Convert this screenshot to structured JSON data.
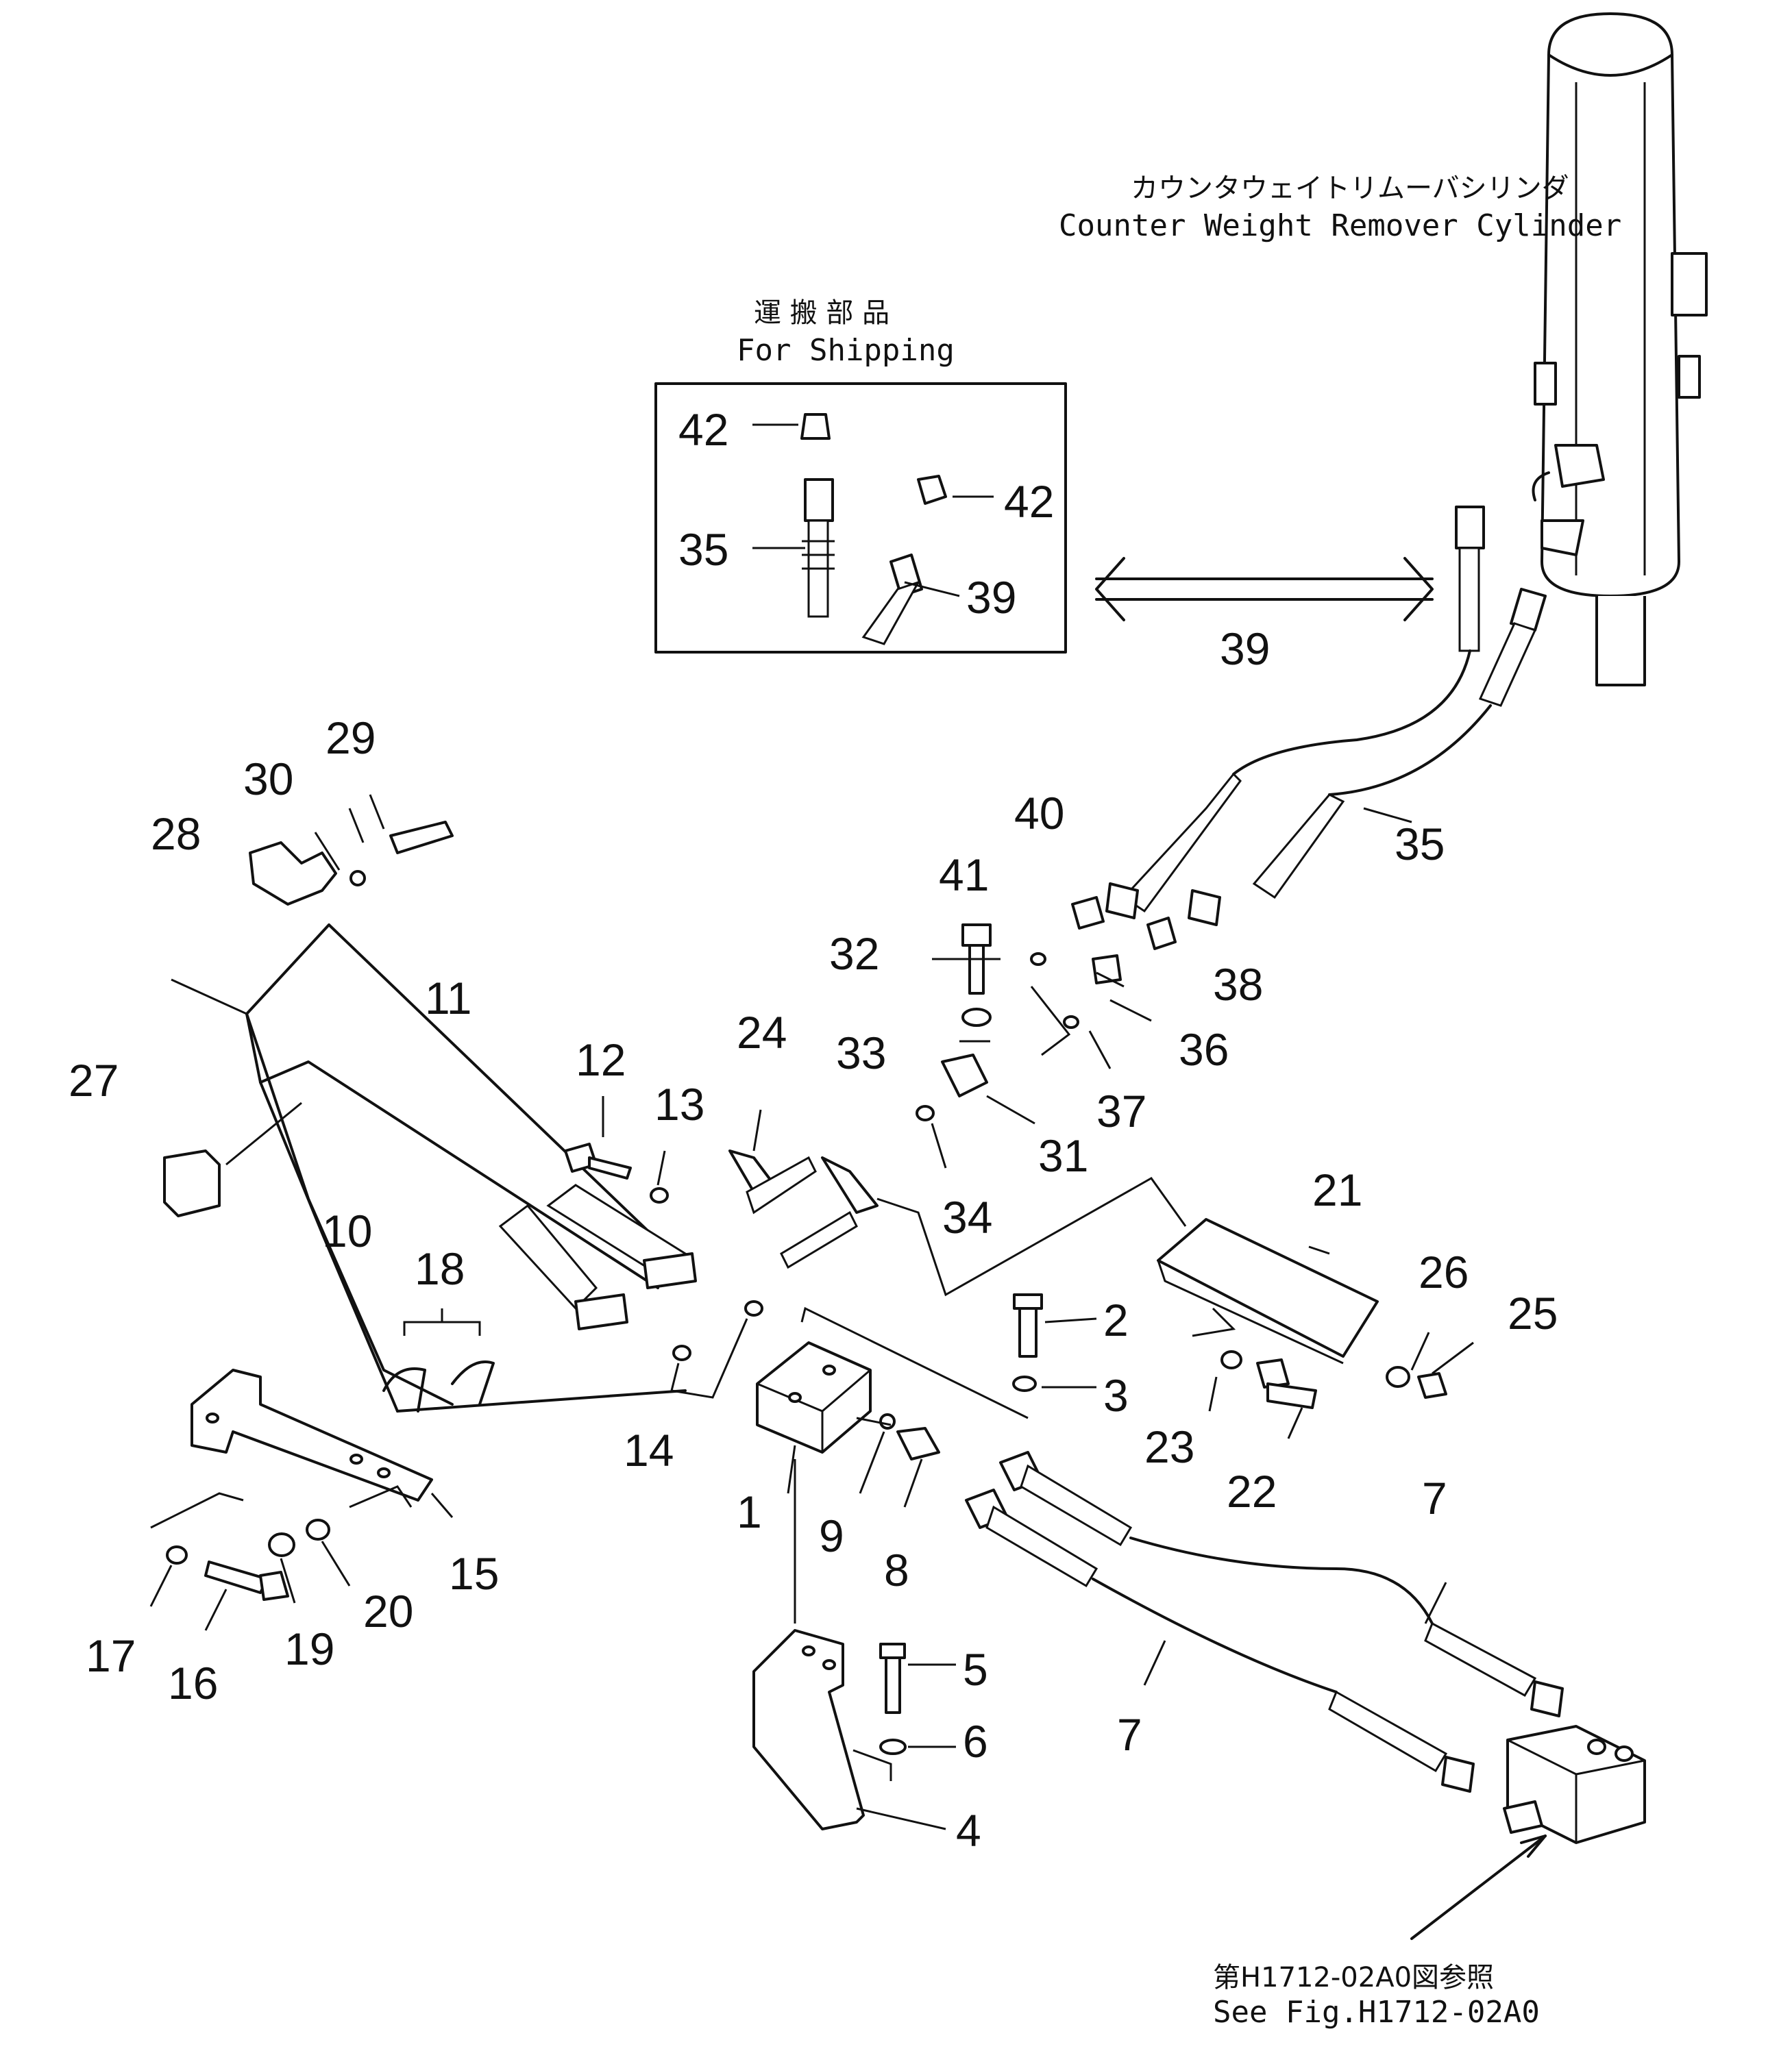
{
  "header_labels": {
    "cylinder_jp": "カウンタウェイトリムーバシリンダ",
    "cylinder_en": "Counter Weight Remover Cylinder",
    "shipping_jp": "運 搬 部 品",
    "shipping_en": "For Shipping",
    "ref_jp": "第H1712-02A0図参照",
    "ref_en": "See Fig.H1712-02A0"
  },
  "callouts": [
    {
      "id": "c42a",
      "text": "42"
    },
    {
      "id": "c35a",
      "text": "35"
    },
    {
      "id": "c42b",
      "text": "42"
    },
    {
      "id": "c39a",
      "text": "39"
    },
    {
      "id": "c39b",
      "text": "39"
    },
    {
      "id": "c35b",
      "text": "35"
    },
    {
      "id": "c29",
      "text": "29"
    },
    {
      "id": "c30",
      "text": "30"
    },
    {
      "id": "c28",
      "text": "28"
    },
    {
      "id": "c27",
      "text": "27"
    },
    {
      "id": "c11",
      "text": "11"
    },
    {
      "id": "c10",
      "text": "10"
    },
    {
      "id": "c12",
      "text": "12"
    },
    {
      "id": "c13",
      "text": "13"
    },
    {
      "id": "c24",
      "text": "24"
    },
    {
      "id": "c40",
      "text": "40"
    },
    {
      "id": "c41",
      "text": "41"
    },
    {
      "id": "c32",
      "text": "32"
    },
    {
      "id": "c33",
      "text": "33"
    },
    {
      "id": "c38",
      "text": "38"
    },
    {
      "id": "c36",
      "text": "36"
    },
    {
      "id": "c37",
      "text": "37"
    },
    {
      "id": "c31",
      "text": "31"
    },
    {
      "id": "c34",
      "text": "34"
    },
    {
      "id": "c21",
      "text": "21"
    },
    {
      "id": "c26",
      "text": "26"
    },
    {
      "id": "c25",
      "text": "25"
    },
    {
      "id": "c2",
      "text": "2"
    },
    {
      "id": "c3",
      "text": "3"
    },
    {
      "id": "c23",
      "text": "23"
    },
    {
      "id": "c22",
      "text": "22"
    },
    {
      "id": "c18",
      "text": "18"
    },
    {
      "id": "c14",
      "text": "14"
    },
    {
      "id": "c1",
      "text": "1"
    },
    {
      "id": "c9",
      "text": "9"
    },
    {
      "id": "c8",
      "text": "8"
    },
    {
      "id": "c15",
      "text": "15"
    },
    {
      "id": "c17",
      "text": "17"
    },
    {
      "id": "c16",
      "text": "16"
    },
    {
      "id": "c19",
      "text": "19"
    },
    {
      "id": "c20",
      "text": "20"
    },
    {
      "id": "c7a",
      "text": "7"
    },
    {
      "id": "c7b",
      "text": "7"
    },
    {
      "id": "c5",
      "text": "5"
    },
    {
      "id": "c6",
      "text": "6"
    },
    {
      "id": "c4",
      "text": "4"
    }
  ]
}
